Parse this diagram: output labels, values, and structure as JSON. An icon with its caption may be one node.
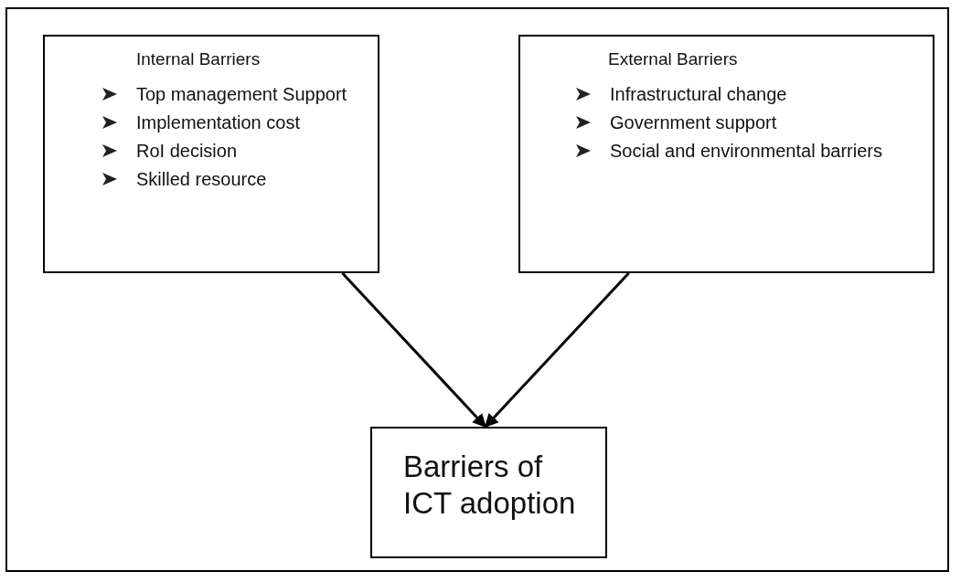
{
  "diagram": {
    "nodes": [
      {
        "text": [
          "Internal Barriers",
          "Top management Support",
          "Implementation cost",
          "RoI decision",
          "Skilled resource"
        ]
      },
      {
        "text": [
          "External Barriers",
          "Infrastructural change",
          "Government support",
          "Social and environmental barriers"
        ]
      },
      {
        "text": [
          "Barriers of ICT adoption"
        ]
      }
    ],
    "edges": [
      {
        "from": 0,
        "to": 2,
        "arrow": "to"
      },
      {
        "from": 1,
        "to": 2,
        "arrow": "to"
      }
    ]
  }
}
